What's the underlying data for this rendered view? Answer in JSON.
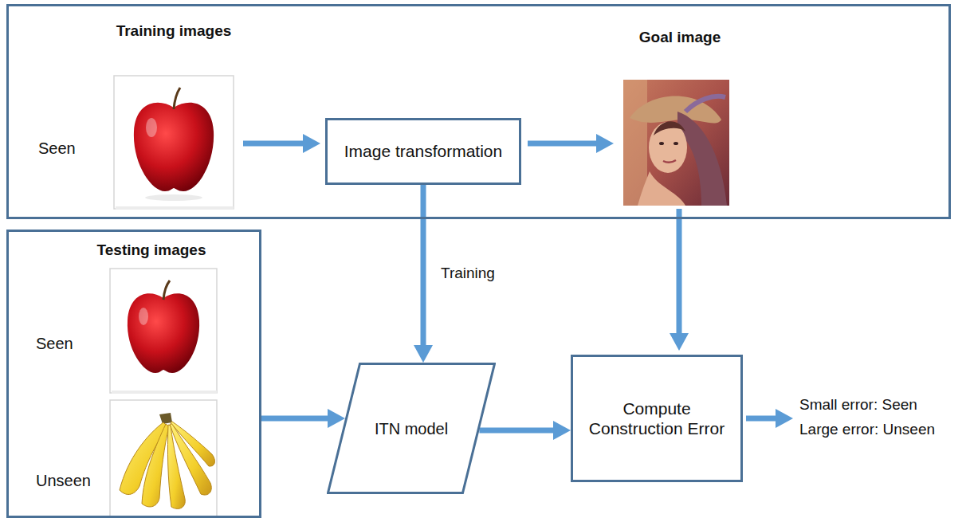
{
  "diagram": {
    "nodes": [
      {
        "text": [
          "Training images",
          "Seen",
          "Goal image"
        ]
      },
      {
        "text": [
          "Image transformation"
        ],
        "in": 0
      },
      {
        "text": [
          "Testing images",
          "Seen",
          "Unseen"
        ]
      },
      {
        "text": [
          "ITN model"
        ]
      },
      {
        "text": [
          "Compute Construction Error"
        ]
      }
    ],
    "edges": [
      {
        "from": 1,
        "to": 3,
        "arrow": "to",
        "label": "Training"
      },
      {
        "from": 2,
        "to": 3,
        "arrow": "to"
      },
      {
        "from": 3,
        "to": 4,
        "arrow": "to"
      }
    ],
    "labels": [
      "Small error: Seen",
      "Large error: Unseen"
    ]
  }
}
